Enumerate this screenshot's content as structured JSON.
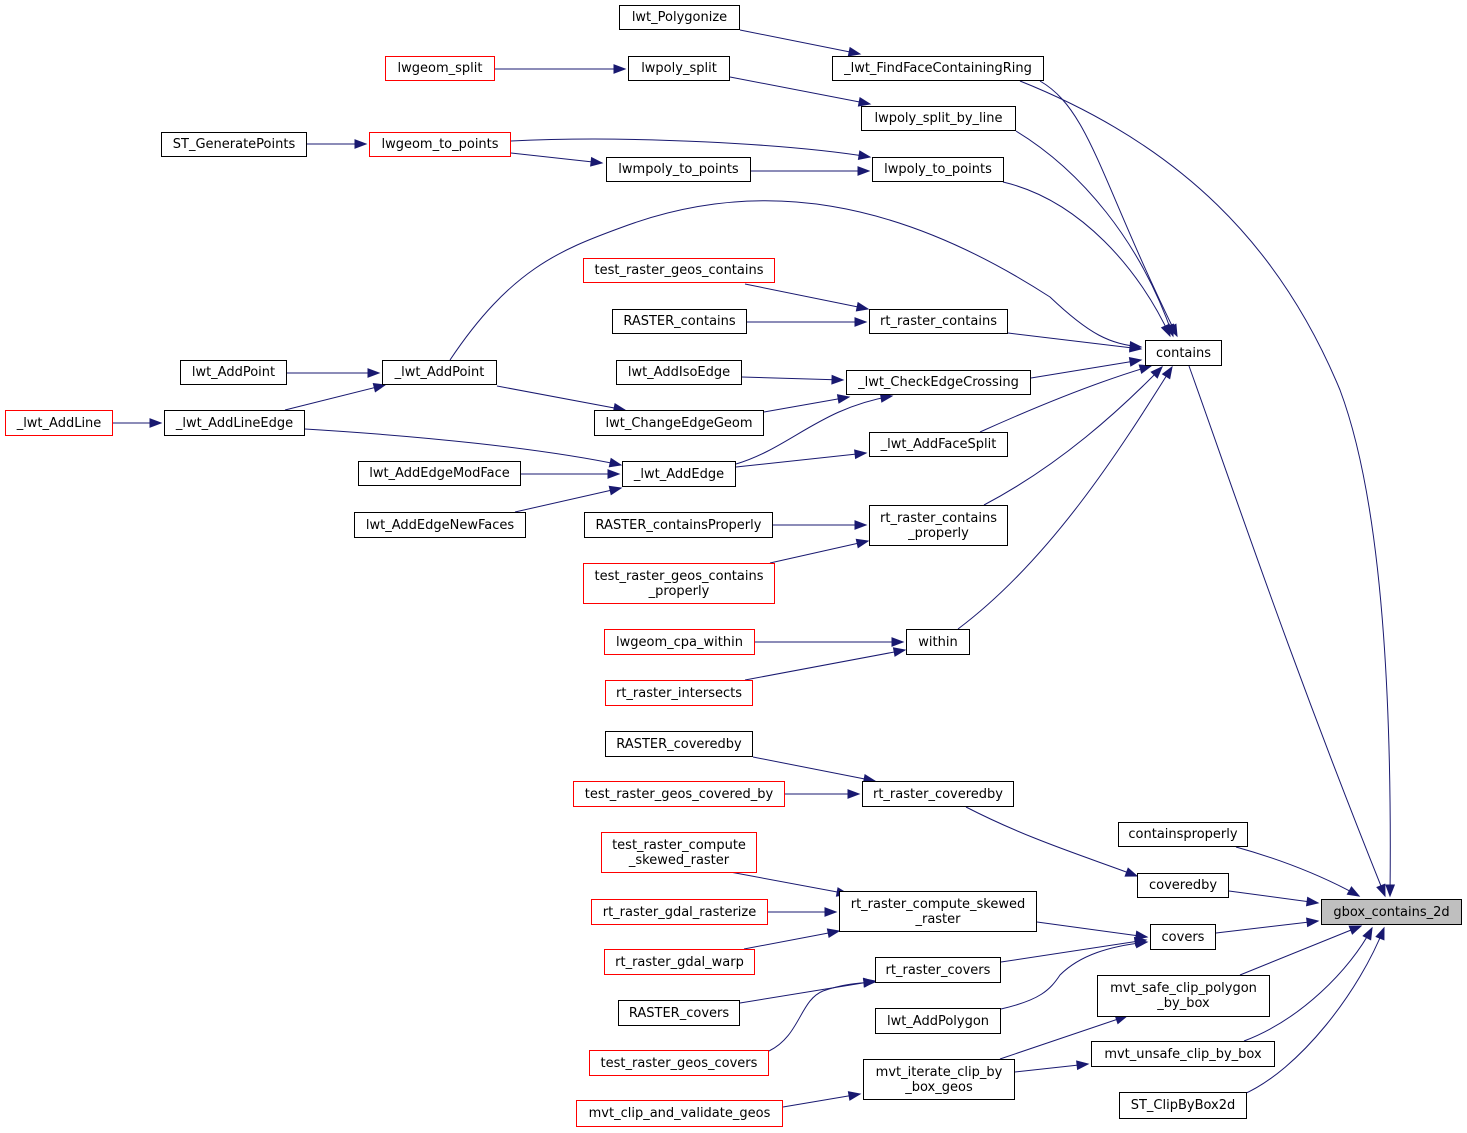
{
  "colors": {
    "edge": "#191970",
    "node_border": "#000000",
    "truncated_border": "#ff0000",
    "root_fill": "#bfbfbf"
  },
  "nodes": {
    "lwt_polygonize": "lwt_Polygonize",
    "lwt_findfacecontainingring": "_lwt_FindFaceContainingRing",
    "lwgeom_split": "lwgeom_split",
    "lwpoly_split": "lwpoly_split",
    "lwpoly_split_by_line": "lwpoly_split_by_line",
    "st_generatepoints": "ST_GeneratePoints",
    "lwgeom_to_points": "lwgeom_to_points",
    "lwmpoly_to_points": "lwmpoly_to_points",
    "lwpoly_to_points": "lwpoly_to_points",
    "test_raster_geos_contains": "test_raster_geos_contains",
    "raster_contains": "RASTER_contains",
    "rt_raster_contains": "rt_raster_contains",
    "contains": "contains",
    "lwt_addpoint": "lwt_AddPoint",
    "lwt_addpoint_internal": "_lwt_AddPoint",
    "lwt_addisoedge": "lwt_AddIsoEdge",
    "lwt_checkedgecrossing": "_lwt_CheckEdgeCrossing",
    "lwt_addline_internal": "_lwt_AddLine",
    "lwt_addlineedge": "_lwt_AddLineEdge",
    "lwt_changeedgegeom": "lwt_ChangeEdgeGeom",
    "lwt_addfacesplit": "_lwt_AddFaceSplit",
    "lwt_addedgemodface": "lwt_AddEdgeModFace",
    "lwt_addedge": "_lwt_AddEdge",
    "lwt_addedgenewfaces": "lwt_AddEdgeNewFaces",
    "raster_containsproperly": "RASTER_containsProperly",
    "rt_raster_contains_properly": "rt_raster_contains\n_properly",
    "test_raster_geos_contains_properly": "test_raster_geos_contains\n_properly",
    "lwgeom_cpa_within": "lwgeom_cpa_within",
    "within": "within",
    "rt_raster_intersects": "rt_raster_intersects",
    "raster_coveredby": "RASTER_coveredby",
    "test_raster_geos_covered_by": "test_raster_geos_covered_by",
    "rt_raster_coveredby": "rt_raster_coveredby",
    "containsproperly": "containsproperly",
    "test_raster_compute_skewed_raster": "test_raster_compute\n_skewed_raster",
    "coveredby": "coveredby",
    "gbox_contains_2d": "gbox_contains_2d",
    "rt_raster_gdal_rasterize": "rt_raster_gdal_rasterize",
    "rt_raster_compute_skewed_raster": "rt_raster_compute_skewed\n_raster",
    "covers": "covers",
    "rt_raster_gdal_warp": "rt_raster_gdal_warp",
    "rt_raster_covers": "rt_raster_covers",
    "mvt_safe_clip_polygon_by_box": "mvt_safe_clip_polygon\n_by_box",
    "raster_covers": "RASTER_covers",
    "lwt_addpolygon": "lwt_AddPolygon",
    "test_raster_geos_covers": "test_raster_geos_covers",
    "mvt_unsafe_clip_by_box": "mvt_unsafe_clip_by_box",
    "mvt_iterate_clip_by_box_geos": "mvt_iterate_clip_by\n_box_geos",
    "mvt_clip_and_validate_geos": "mvt_clip_and_validate_geos",
    "st_clipbybox2d": "ST_ClipByBox2d"
  }
}
